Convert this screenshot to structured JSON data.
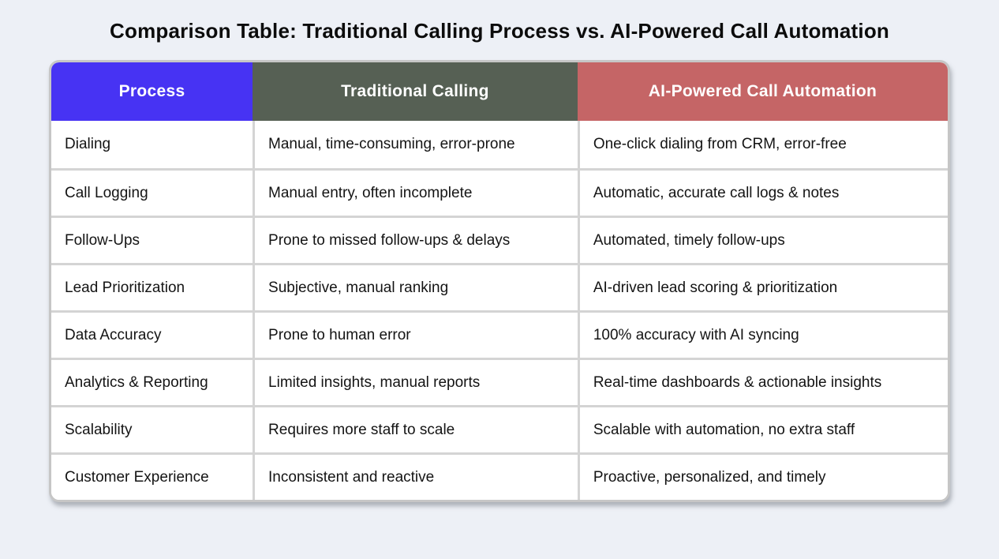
{
  "title": "Comparison Table: Traditional Calling Process vs. AI-Powered Call Automation",
  "colors": {
    "page_background": "#edf0f6",
    "header_process": "#4733f3",
    "header_traditional_calling": "#566054",
    "header_ai_automation": "#c56566",
    "grid_line": "#d4d4d4",
    "card_border": "#c6c6c6"
  },
  "chart_data": {
    "type": "table",
    "title": "Comparison Table: Traditional Calling Process vs. AI-Powered Call Automation",
    "columns": [
      "Process",
      "Traditional Calling",
      "AI-Powered Call Automation"
    ],
    "rows": [
      [
        "Dialing",
        "Manual, time-consuming, error-prone",
        "One-click dialing from CRM, error-free"
      ],
      [
        "Call Logging",
        "Manual entry, often incomplete",
        "Automatic, accurate call logs & notes"
      ],
      [
        "Follow-Ups",
        "Prone to missed follow-ups & delays",
        "Automated, timely follow-ups"
      ],
      [
        "Lead Prioritization",
        "Subjective, manual ranking",
        "AI-driven lead scoring & prioritization"
      ],
      [
        "Data Accuracy",
        "Prone to human error",
        "100% accuracy with AI syncing"
      ],
      [
        "Analytics & Reporting",
        "Limited insights, manual reports",
        "Real-time dashboards & actionable insights"
      ],
      [
        "Scalability",
        "Requires more staff to scale",
        "Scalable with automation, no extra staff"
      ],
      [
        "Customer Experience",
        "Inconsistent and reactive",
        "Proactive, personalized, and timely"
      ]
    ]
  }
}
